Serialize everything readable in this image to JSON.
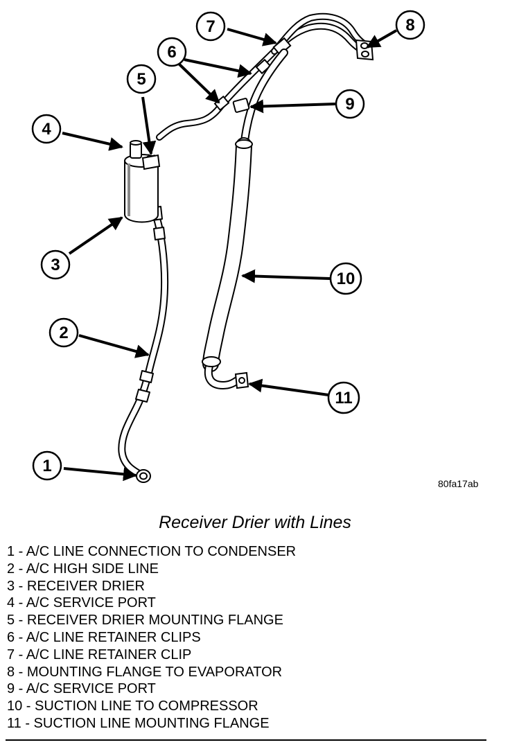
{
  "figure_id": "80fa17ab",
  "caption": "Receiver Drier with Lines",
  "callouts": [
    "1",
    "2",
    "3",
    "4",
    "5",
    "6",
    "7",
    "8",
    "9",
    "10",
    "11"
  ],
  "legend": [
    "1 - A/C LINE CONNECTION TO CONDENSER",
    "2 - A/C HIGH SIDE LINE",
    "3 - RECEIVER DRIER",
    "4 - A/C SERVICE PORT",
    "5 - RECEIVER DRIER MOUNTING FLANGE",
    "6 - A/C LINE RETAINER CLIPS",
    "7 - A/C LINE RETAINER CLIP",
    "8 - MOUNTING FLANGE TO EVAPORATOR",
    "9 - A/C SERVICE PORT",
    "10 - SUCTION LINE TO COMPRESSOR",
    "11 - SUCTION LINE MOUNTING FLANGE"
  ]
}
